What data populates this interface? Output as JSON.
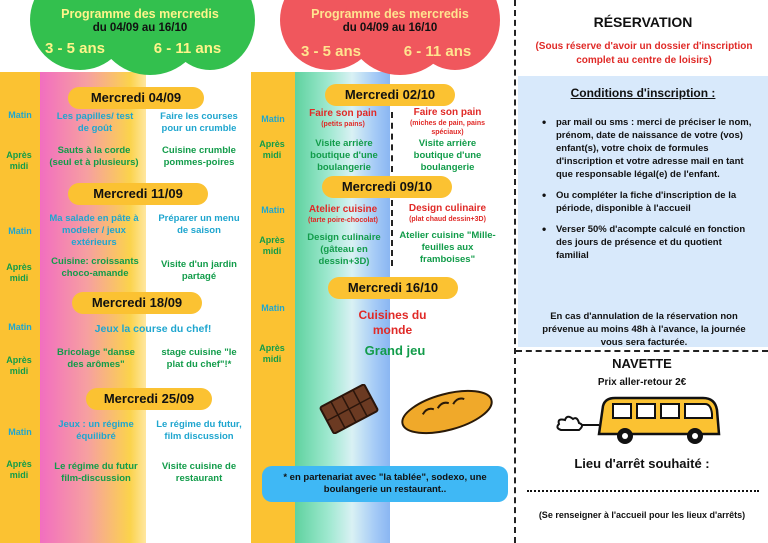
{
  "colors": {
    "orange": "#fbc232",
    "blue_label": "#1fa6cf",
    "green_text": "#129c4a",
    "red_text": "#e02a27",
    "left_cloud": "#33c04e",
    "right_cloud": "#f0575d",
    "cloud_title_left": "#fff48a",
    "cloud_title_right": "#ffe48f"
  },
  "left_cloud": {
    "title": "Programme des mercredis",
    "dates": "du 04/09 au 16/10",
    "age1": "3 - 5 ans",
    "age2": "6 - 11 ans"
  },
  "right_cloud": {
    "title": "Programme des mercredis",
    "dates": "du 04/09 au 16/10",
    "age1": "3 - 5 ans",
    "age2": "6 - 11 ans"
  },
  "labels": {
    "matin": "Matin",
    "apres_midi": "Après midi"
  },
  "left_program": [
    {
      "date": "Mercredi 04/09",
      "am_3_5": "Les papilles/ test de goût",
      "am_6_11": "Faire les courses pour un crumble",
      "pm_3_5": "Sauts à la corde (seul et à plusieurs)",
      "pm_6_11": "Cuisine crumble pommes-poires"
    },
    {
      "date": "Mercredi 11/09",
      "am_3_5": "Ma salade en pâte à modeler / jeux extérieurs",
      "am_6_11": "Préparer un menu de saison",
      "pm_3_5": "Cuisine: croissants choco-amande",
      "pm_6_11": "Visite d'un jardin partagé"
    },
    {
      "date": "Mercredi 18/09",
      "am_all": "Jeux la course du chef!",
      "pm_3_5": "Bricolage \"danse des arômes\"",
      "pm_6_11": "stage cuisine \"le plat du chef\"!*"
    },
    {
      "date": "Mercredi 25/09",
      "am_3_5": "Jeux : un régime équilibré",
      "am_6_11": "Le régime du futur, film discussion",
      "pm_3_5": "Le régime du futur film-discussion",
      "pm_6_11": "Visite cuisine de restaurant"
    }
  ],
  "right_program": [
    {
      "date": "Mercredi 02/10",
      "am_3_5": "Faire son pain",
      "am_3_5_sub": "(petits pains)",
      "am_6_11": "Faire son pain",
      "am_6_11_sub": "(miches de pain, pains spéciaux)",
      "pm_3_5": "Visite arrière boutique d'une boulangerie",
      "pm_6_11": "Visite arrière boutique d'une boulangerie"
    },
    {
      "date": "Mercredi 09/10",
      "am_3_5": "Atelier cuisine",
      "am_3_5_sub": "(tarte poire-chocolat)",
      "am_6_11": "Design culinaire",
      "am_6_11_sub": "(plat chaud dessin+3D)",
      "pm_3_5": "Design culinaire (gâteau en dessin+3D)",
      "pm_6_11": "Atelier cuisine \"Mille-feuilles aux framboises\""
    },
    {
      "date": "Mercredi 16/10",
      "am_all": "Cuisines du monde",
      "pm_all": "Grand jeu"
    }
  ],
  "partner_note": "* en partenariat avec \"la tablée\", sodexo, une boulangerie un restaurant..",
  "reservation": {
    "title": "RÉSERVATION",
    "subtitle": "(Sous réserve d'avoir un dossier d'inscription complet au centre de loisirs)",
    "conditions_title": "Conditions d'inscription :",
    "items": [
      "par mail ou sms : merci de préciser le nom, prénom, date de naissance de votre (vos) enfant(s), votre choix de formules d'inscription et votre adresse mail en tant que responsable légal(e) de l'enfant.",
      "Ou compléter la fiche d'inscription de la période, disponible à l'accueil",
      "Verser 50% d'acompte calculé en fonction des jours de présence et du quotient familial"
    ],
    "cancellation": "En cas d'annulation de la réservation non prévenue au moins 48h à l'avance, la journée vous sera facturée."
  },
  "navette": {
    "title": "NAVETTE",
    "price": "Prix aller-retour 2€",
    "stop_label": "Lieu d'arrêt souhaité :",
    "info": "(Se renseigner à l'accueil pour les lieux d'arrêts)"
  }
}
